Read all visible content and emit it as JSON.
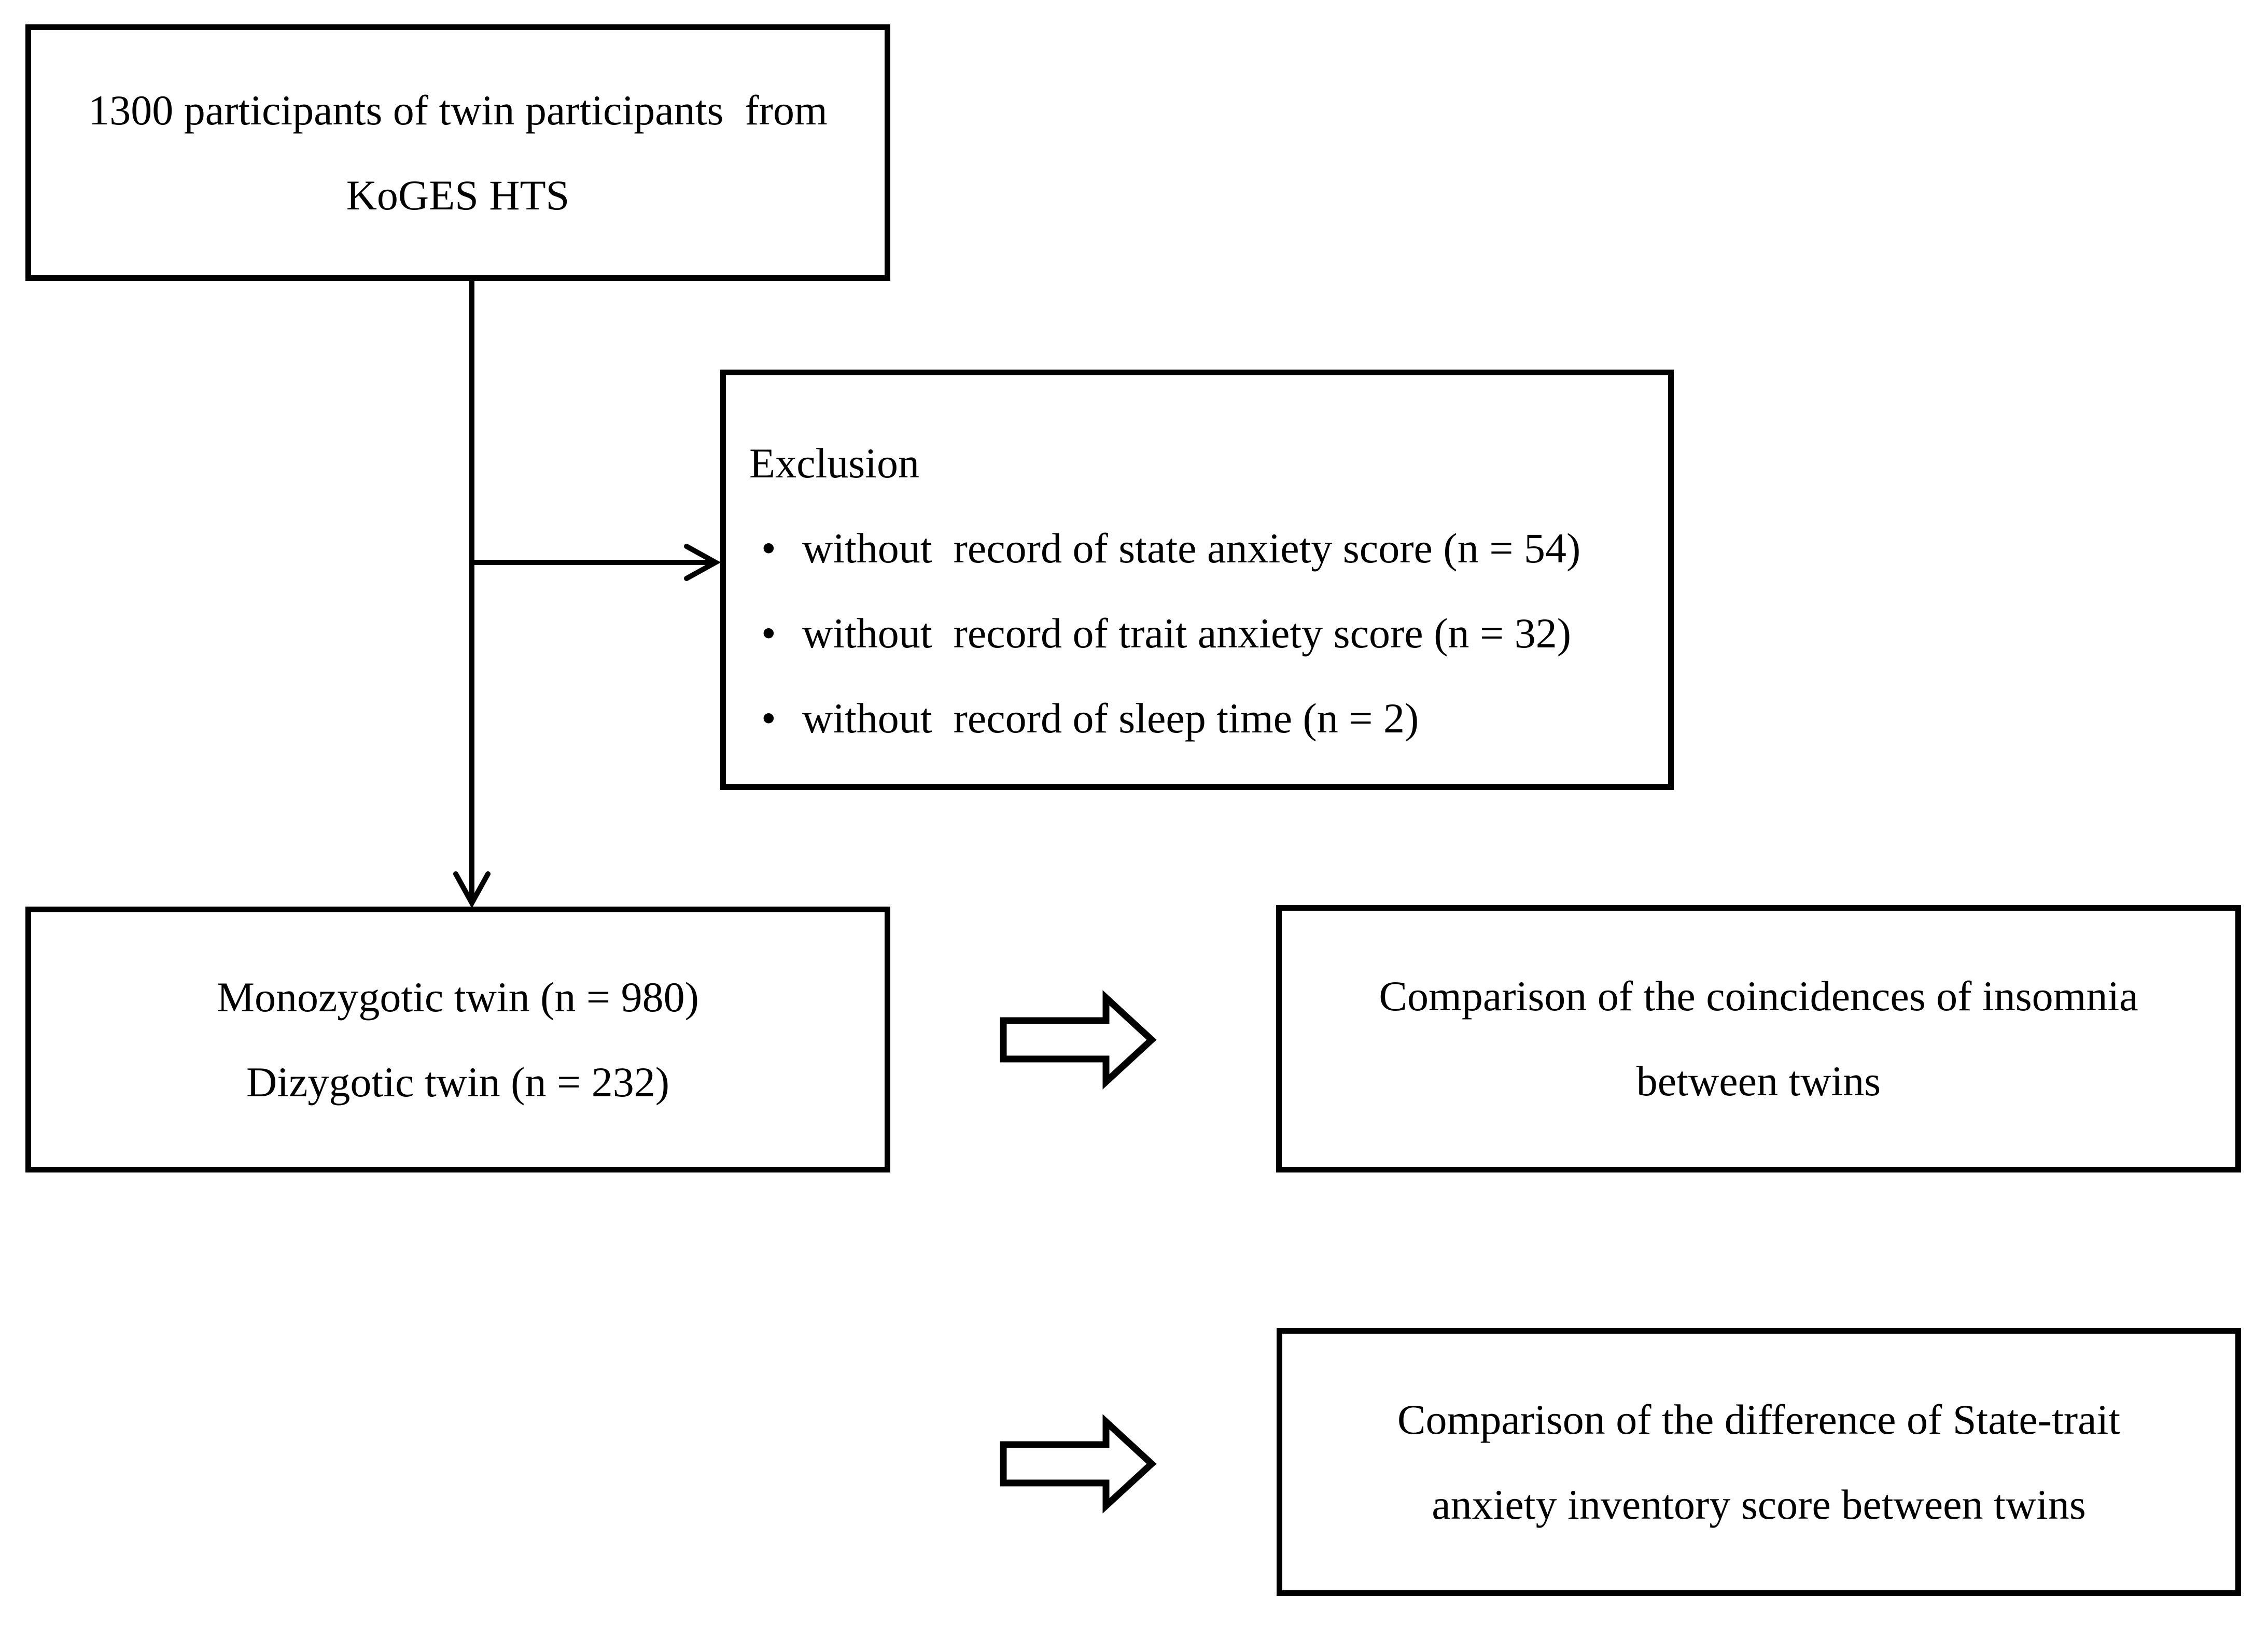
{
  "figure": {
    "bullet_char": "•",
    "colors": {
      "background": "#ffffff",
      "line": "#000000",
      "text": "#000000"
    },
    "top_box": {
      "lines": [
        "1300 participants of twin participants  from",
        "KoGES HTS"
      ]
    },
    "exclusion_box": {
      "title": "Exclusion",
      "items": [
        "without  record of state anxiety score (n = 54)",
        "without  record of trait anxiety score (n = 32)",
        "without  record of sleep time (n = 2)"
      ]
    },
    "cohort_box": {
      "lines": [
        "Monozygotic twin (n = 980)",
        "Dizygotic twin (n = 232)"
      ]
    },
    "outcome_box_insomnia": {
      "lines": [
        "Comparison of the coincidences of insomnia",
        "between twins"
      ]
    },
    "outcome_box_stai": {
      "lines": [
        "Comparison of the difference of State-trait",
        "anxiety inventory score between twins"
      ]
    }
  }
}
